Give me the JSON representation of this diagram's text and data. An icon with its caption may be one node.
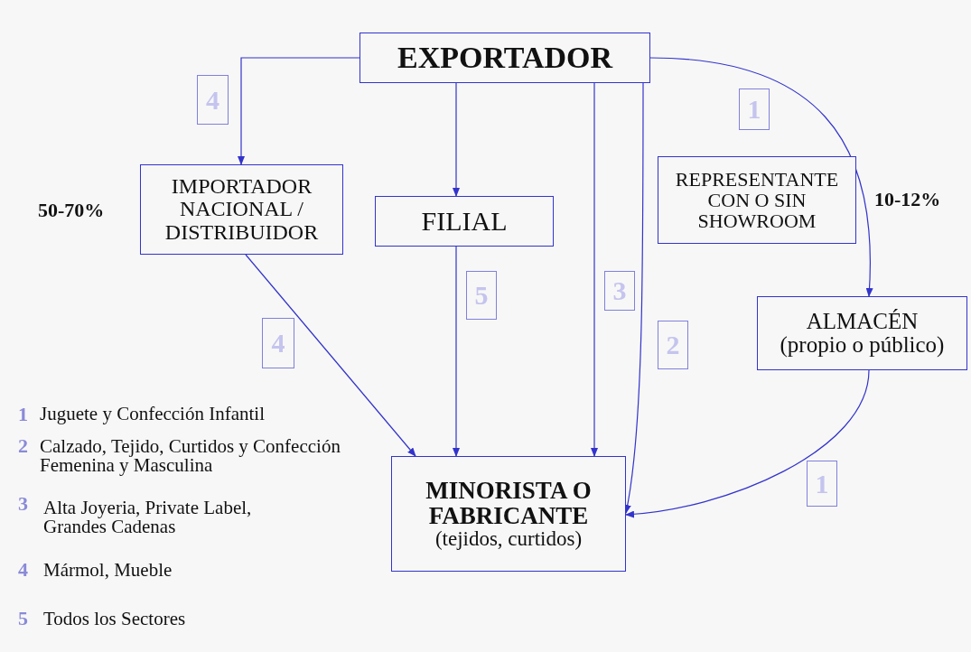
{
  "diagram": {
    "nodes": [
      {
        "text": [
          "EXPORTADOR"
        ]
      },
      {
        "text": [
          "4"
        ]
      },
      {
        "text": [
          "1"
        ]
      },
      {
        "text": [
          "IMPORTADOR NACIONAL / DISTRIBUIDOR"
        ]
      },
      {
        "text": [
          "FILIAL"
        ]
      },
      {
        "text": [
          "REPRESENTANTE CON O SIN SHOWROOM"
        ]
      },
      {
        "text": [
          "5"
        ]
      },
      {
        "text": [
          "3"
        ]
      },
      {
        "text": [
          "ALMACÉN",
          "(propio o público)"
        ]
      },
      {
        "text": [
          "4"
        ]
      },
      {
        "text": [
          "2"
        ]
      },
      {
        "text": [
          "MINORISTA O FABRICANTE",
          "(tejidos, curtidos)"
        ]
      },
      {
        "text": [
          "1"
        ]
      }
    ],
    "edges": [
      {
        "from": 0,
        "to": 3,
        "arrow": "to"
      },
      {
        "from": 0,
        "to": 4,
        "arrow": "to"
      },
      {
        "from": 0,
        "to": 11,
        "arrow": "to"
      },
      {
        "from": 0,
        "to": 11,
        "arrow": "to"
      },
      {
        "from": 0,
        "to": 8,
        "arrow": "to"
      },
      {
        "from": 3,
        "to": 11,
        "arrow": "to"
      },
      {
        "from": 4,
        "to": 11,
        "arrow": "to"
      },
      {
        "from": 8,
        "to": 11,
        "arrow": "to"
      }
    ],
    "labels": [
      "50-70%",
      "10-12%",
      "1",
      "Juguete y Confección Infantil",
      "2",
      "Calzado, Tejido, Curtidos y Confección Femenina y Masculina",
      "3",
      "Alta Joyeria, Private Label, Grandes Cadenas",
      "4",
      "Mármol, Mueble",
      "5",
      "Todos los Sectores"
    ]
  }
}
